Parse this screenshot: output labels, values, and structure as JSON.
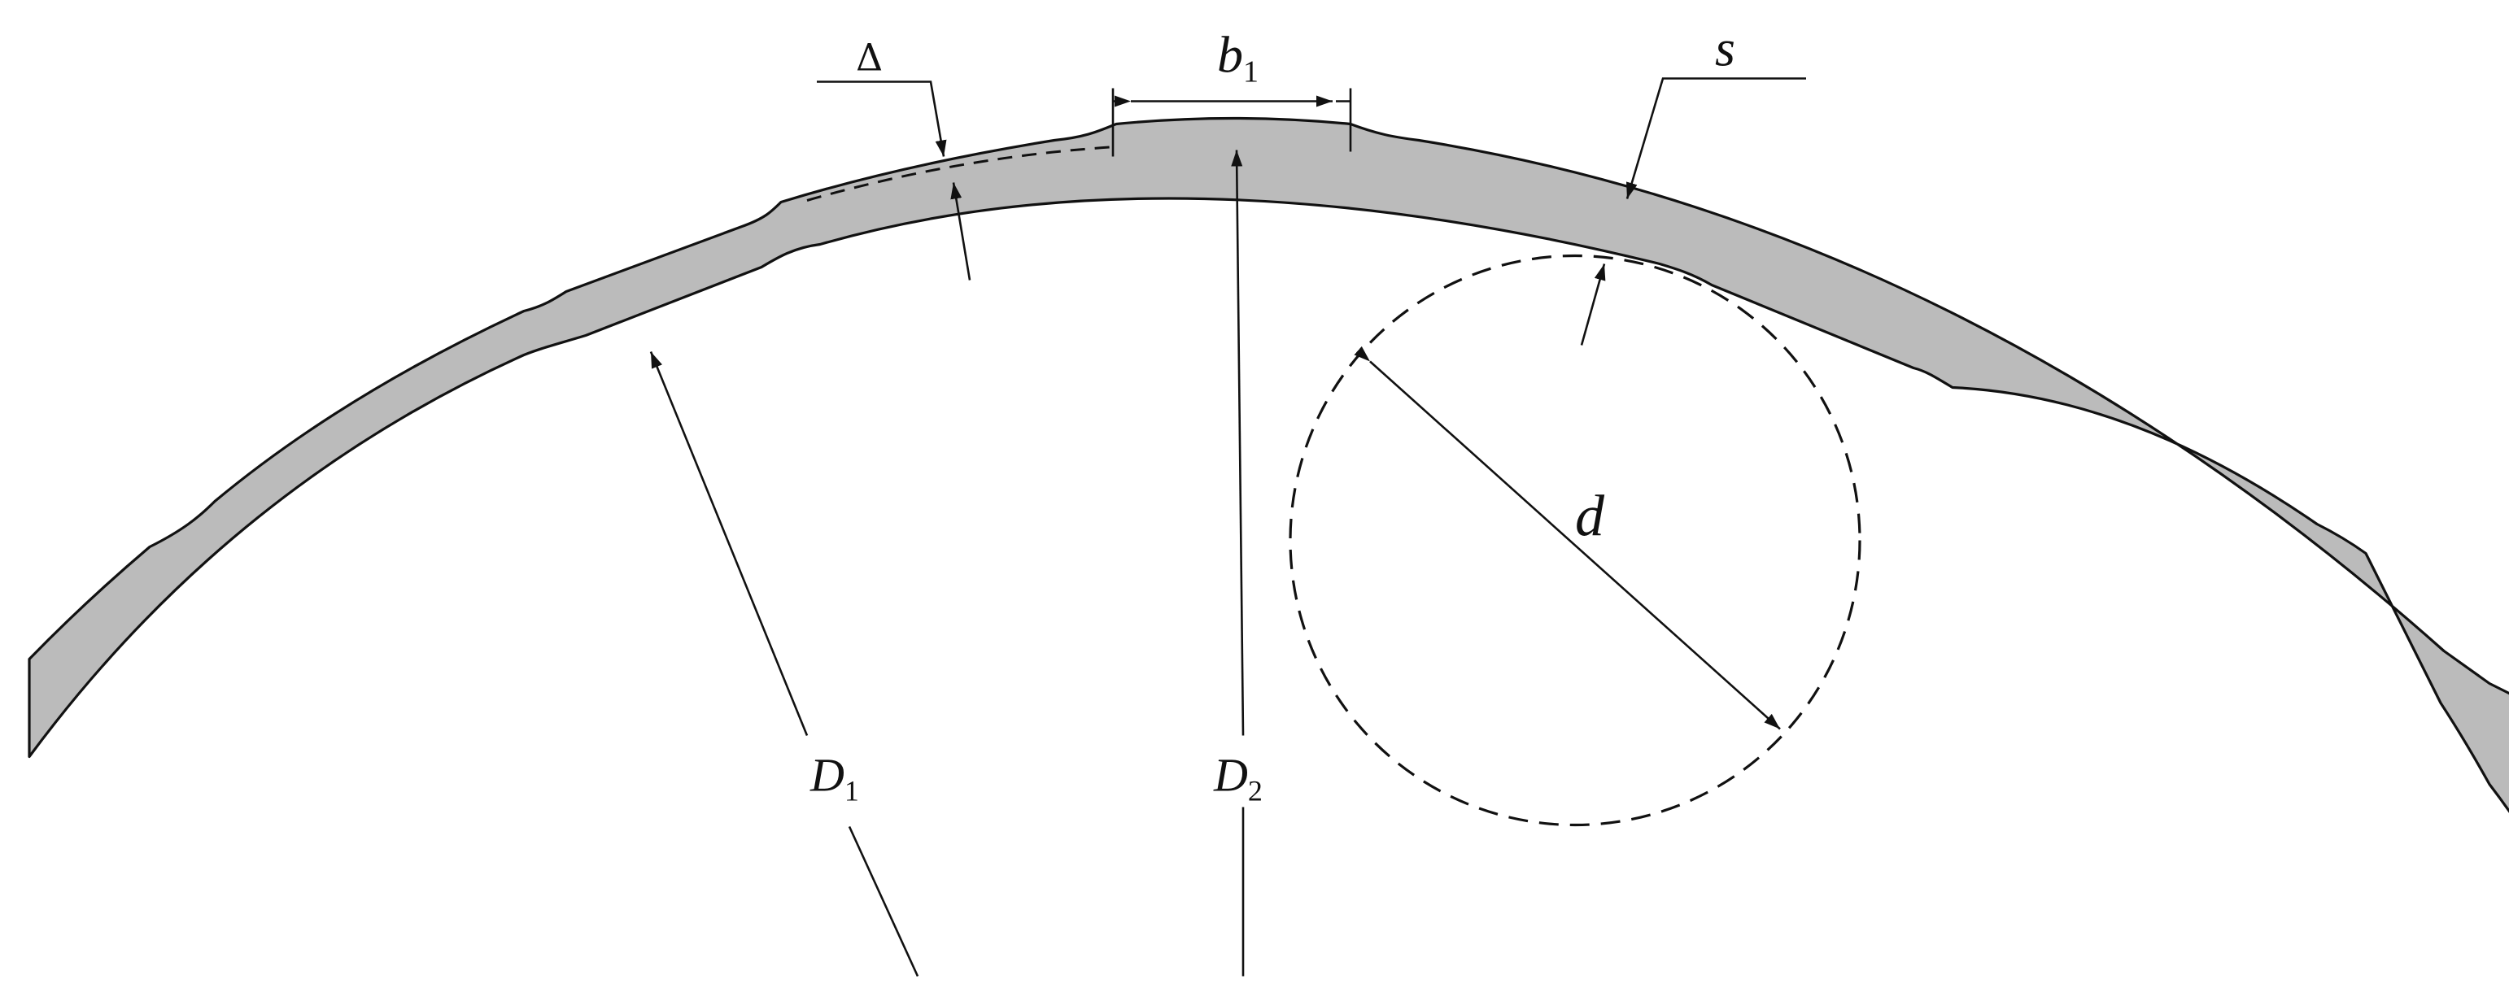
{
  "labels": {
    "delta": "Δ",
    "b": "b",
    "b_sub": "1",
    "s": "s",
    "d": "d",
    "D1": "D",
    "D1_sub": "1",
    "D2": "D",
    "D2_sub": "2"
  },
  "colors": {
    "ring_fill": "#bbbbbb",
    "line": "#111111",
    "background": "#ffffff"
  }
}
